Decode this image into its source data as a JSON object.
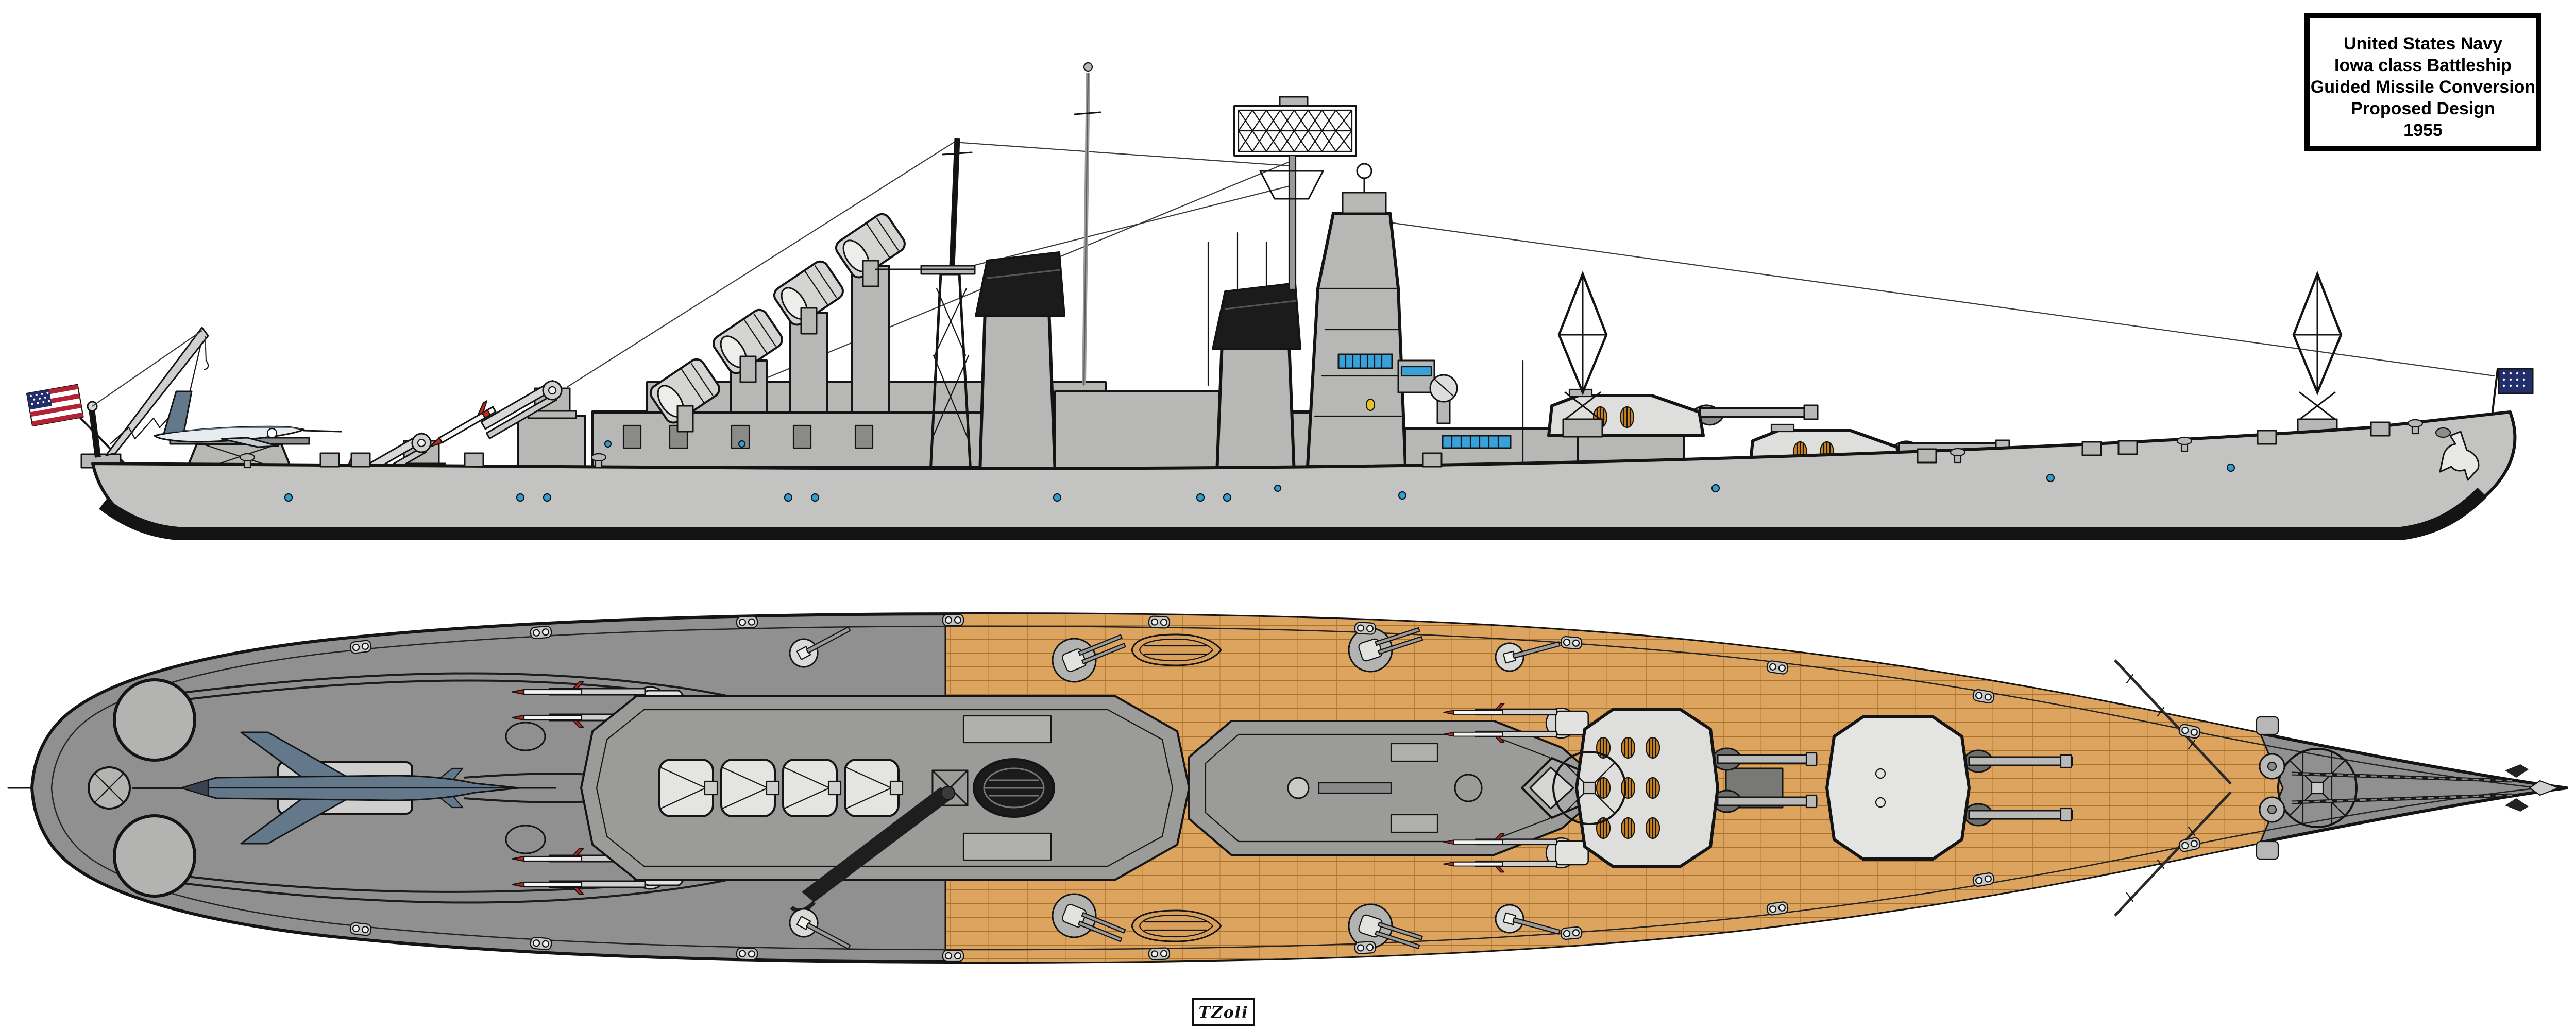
{
  "title_box": {
    "lines": [
      "United States Navy",
      "Iowa class Battleship",
      "Guided Missile Conversion",
      "Proposed Design",
      "1955"
    ]
  },
  "signature": {
    "text": "TZoli"
  },
  "colors": {
    "ink": "#141414",
    "hull": "#c3c3c1",
    "struct": "#b7b7b5",
    "turret": "#dededc",
    "deck_steel": "#909090",
    "deck_steel_dark": "#8a8a88",
    "deck_wood": "#dca45f",
    "wood_seam": "#a9742e",
    "deck_bow_gray": "#9c9c9a",
    "porthole_blue": "#2f9fd8",
    "window_blue": "#37a2da",
    "missile_red": "#c42718",
    "vent_orange": "#cc8322",
    "funnel_black": "#1b1b1b",
    "flag_red": "#b22234",
    "flag_navy": "#232f6b",
    "regulus_blue": "#64788c",
    "regulus_light": "#e8ecef",
    "boat_wood": "#d9a05b",
    "life_ring_yellow": "#e8c22a"
  },
  "parts": {
    "side_view": [
      "stern-flagstaff-us-flag",
      "aircraft-crane",
      "regulus-missile-on-launcher",
      "twin-arm-sam-launcher-aft",
      "twin-arm-sam-launcher-raised",
      "guidance-director-1",
      "guidance-director-2",
      "guidance-director-3",
      "guidance-director-4",
      "lattice-mast",
      "aft-funnel",
      "forward-funnel",
      "billboard-radar",
      "bridge-tower",
      "df-diamond-antenna-aft",
      "superfiring-turret",
      "forward-turret",
      "df-diamond-antenna-bow",
      "bow-jackstaff-union-jack",
      "anchor"
    ],
    "top_view": [
      "stern-handling-circles",
      "regulus-missile-plan",
      "sam-launcher-plan-port",
      "sam-launcher-plan-starboard",
      "guidance-director-row",
      "aft-funnel-plan",
      "forward-funnel-plan",
      "crane-plan",
      "bridge-plan",
      "forward-sam-launchers",
      "superfiring-turret-plan",
      "forward-turret-plan",
      "breakwater",
      "anchor-chains",
      "wooden-deck",
      "steel-missile-deck"
    ]
  }
}
